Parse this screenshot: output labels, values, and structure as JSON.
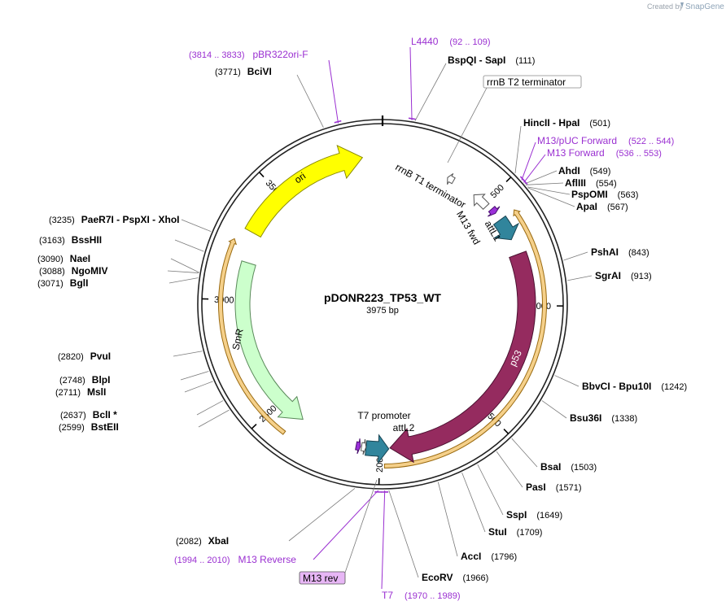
{
  "credit": {
    "prefix": "Created by",
    "brand": "SnapGene"
  },
  "plasmid": {
    "name": "pDONR223_TP53_WT",
    "size_label": "3975 bp",
    "length": 3975
  },
  "ticks": [
    {
      "bp": 500,
      "label": "500"
    },
    {
      "bp": 1000,
      "label": "1000"
    },
    {
      "bp": 1500,
      "label": "1500"
    },
    {
      "bp": 2000,
      "label": "2000"
    },
    {
      "bp": 2500,
      "label": "2500"
    },
    {
      "bp": 3000,
      "label": "3000"
    },
    {
      "bp": 3500,
      "label": "3500"
    }
  ],
  "features": [
    {
      "id": "ori",
      "label": "ori",
      "start": 3300,
      "end": 3889,
      "strand": 1,
      "color": "#ffff00",
      "stroke": "#8a8a00",
      "labelColor": "#000000",
      "kind": "arrow"
    },
    {
      "id": "smr",
      "label": "SmR",
      "start": 2370,
      "end": 3170,
      "strand": -1,
      "color": "#ccffcc",
      "stroke": "#5a8a5a",
      "labelColor": "#000000",
      "kind": "arrow"
    },
    {
      "id": "p53",
      "label": "p53",
      "start": 770,
      "end": 1955,
      "strand": 1,
      "color": "#952b5f",
      "stroke": "#4a1030",
      "labelColor": "#ffffff",
      "kind": "arrow"
    },
    {
      "id": "attl1",
      "label": "attL1",
      "start": 600,
      "end": 700,
      "strand": 1,
      "color": "#31859c",
      "stroke": "#184452",
      "labelColor": "#000000",
      "kind": "arrow"
    },
    {
      "id": "attl2",
      "label": "attL2",
      "start": 1960,
      "end": 2060,
      "strand": -1,
      "color": "#31859c",
      "stroke": "#184452",
      "labelColor": "#000000",
      "kind": "arrow"
    },
    {
      "id": "m13fwd",
      "label": "M13 fwd",
      "start": 540,
      "end": 565,
      "strand": 1,
      "color": "#9b30d9",
      "stroke": "#4a1070",
      "labelColor": "#000000",
      "kind": "arrow"
    },
    {
      "id": "rrnbt1",
      "label": "rrnB T1 terminator",
      "start": 440,
      "end": 515,
      "strand": -1,
      "color": "#ffffff",
      "stroke": "#555555",
      "labelColor": "#000000",
      "kind": "arrow"
    },
    {
      "id": "rrnbt2",
      "label": "rrnB T2 terminator",
      "start": 300,
      "end": 330,
      "strand": -1,
      "color": "#ffffff",
      "stroke": "#555555",
      "labelColor": "#000000",
      "kind": "arrow"
    },
    {
      "id": "t7prom",
      "label": "T7 promoter",
      "start": 2060,
      "end": 2080,
      "strand": -1,
      "color": "#ffffff",
      "stroke": "#555555",
      "labelColor": "#000000",
      "kind": "arrow"
    },
    {
      "id": "m13rev",
      "label": "M13 rev",
      "start": 2085,
      "end": 2104,
      "strand": -1,
      "color": "#9b30d9",
      "stroke": "#4a1070",
      "labelColor": "#000000",
      "kind": "arrow"
    },
    {
      "id": "orf-outer-right",
      "label": "",
      "start": 600,
      "end": 1980,
      "strand": -1,
      "color": "#f5d08a",
      "stroke": "#9a6a10",
      "labelColor": "#000000",
      "kind": "orf"
    },
    {
      "id": "orf-outer-left",
      "label": "",
      "start": 2400,
      "end": 3245,
      "strand": 1,
      "color": "#f5d08a",
      "stroke": "#9a6a10",
      "labelColor": "#000000",
      "kind": "orf"
    }
  ],
  "enzymes_right": [
    {
      "name": "BspQI",
      "sep": "  -  SapI",
      "pos": "(111)",
      "bp": 111
    },
    {
      "name": "HincII",
      "sep": "  -  HpaI",
      "pos": "(501)",
      "bp": 501
    },
    {
      "name": "AhdI",
      "sep": "",
      "pos": "(549)",
      "bp": 549
    },
    {
      "name": "AflIII",
      "sep": "",
      "pos": "(554)",
      "bp": 554
    },
    {
      "name": "PspOMI",
      "sep": "",
      "pos": "(563)",
      "bp": 563
    },
    {
      "name": "ApaI",
      "sep": "",
      "pos": "(567)",
      "bp": 567
    },
    {
      "name": "PshAI",
      "sep": "",
      "pos": "(843)",
      "bp": 843
    },
    {
      "name": "SgrAI",
      "sep": "",
      "pos": "(913)",
      "bp": 913
    },
    {
      "name": "BbvCI",
      "sep": "  -  Bpu10I",
      "pos": "(1242)",
      "bp": 1242
    },
    {
      "name": "Bsu36I",
      "sep": "",
      "pos": "(1338)",
      "bp": 1338
    },
    {
      "name": "BsaI",
      "sep": "",
      "pos": "(1503)",
      "bp": 1503
    },
    {
      "name": "PasI",
      "sep": "",
      "pos": "(1571)",
      "bp": 1571
    },
    {
      "name": "SspI",
      "sep": "",
      "pos": "(1649)",
      "bp": 1649
    },
    {
      "name": "StuI",
      "sep": "",
      "pos": "(1709)",
      "bp": 1709
    },
    {
      "name": "AccI",
      "sep": "",
      "pos": "(1796)",
      "bp": 1796
    },
    {
      "name": "EcoRV",
      "sep": "",
      "pos": "(1966)",
      "bp": 1966
    }
  ],
  "enzymes_left": [
    {
      "name": "BciVI",
      "pos": "(3771)",
      "bp": 3771
    },
    {
      "name": "PaeR7I  -  PspXI  -  XhoI",
      "pos": "(3235)",
      "bp": 3235
    },
    {
      "name": "BssHII",
      "pos": "(3163)",
      "bp": 3163
    },
    {
      "name": "NaeI",
      "pos": "(3090)",
      "bp": 3090
    },
    {
      "name": "NgoMIV",
      "pos": "(3088)",
      "bp": 3088
    },
    {
      "name": "BglI",
      "pos": "(3071)",
      "bp": 3071
    },
    {
      "name": "PvuI",
      "pos": "(2820)",
      "bp": 2820
    },
    {
      "name": "BlpI",
      "pos": "(2748)",
      "bp": 2748
    },
    {
      "name": "MslI",
      "pos": "(2711)",
      "bp": 2711
    },
    {
      "name": "BclI *",
      "pos": "(2637)",
      "bp": 2637
    },
    {
      "name": "BstEII",
      "pos": "(2599)",
      "bp": 2599
    },
    {
      "name": "XbaI",
      "pos": "(2082)",
      "bp": 2082
    }
  ],
  "primers": [
    {
      "name": "L4440",
      "pos": "(92 .. 109)",
      "bp": 100
    },
    {
      "name": "pBR322ori-F",
      "pos": "(3814 .. 3833)",
      "bp": 3823
    },
    {
      "name": "M13/pUC Forward",
      "pos": "(522 .. 544)",
      "bp": 533
    },
    {
      "name": "M13 Forward",
      "pos": "(536 .. 553)",
      "bp": 544
    },
    {
      "name": "M13 Reverse",
      "pos": "(1994 .. 2010)",
      "bp": 2002
    },
    {
      "name": "T7",
      "pos": "(1970 .. 1989)",
      "bp": 1980
    }
  ],
  "boxed_labels": [
    {
      "id": "rrnbt2-box",
      "text": "rrnB T2 terminator"
    },
    {
      "id": "m13rev-box",
      "text": "M13 rev"
    }
  ]
}
